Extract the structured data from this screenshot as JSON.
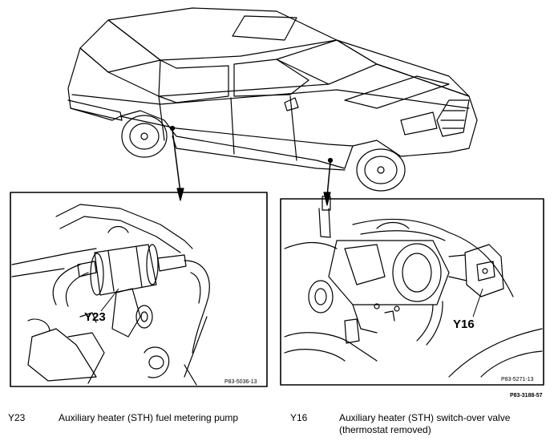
{
  "diagram": {
    "callouts": [
      {
        "id": "Y23",
        "label": "Y23"
      },
      {
        "id": "Y16",
        "label": "Y16"
      }
    ],
    "detail_codes": {
      "left": "P83-5036-13",
      "right": "P83-5271-13"
    },
    "figure_code": "P83-3188-57"
  },
  "legend": [
    {
      "code": "Y23",
      "description": "Auxiliary heater (STH) fuel metering pump",
      "description_line2": ""
    },
    {
      "code": "Y16",
      "description": "Auxiliary heater (STH) switch-over valve",
      "description_line2": "(thermostat removed)"
    }
  ]
}
